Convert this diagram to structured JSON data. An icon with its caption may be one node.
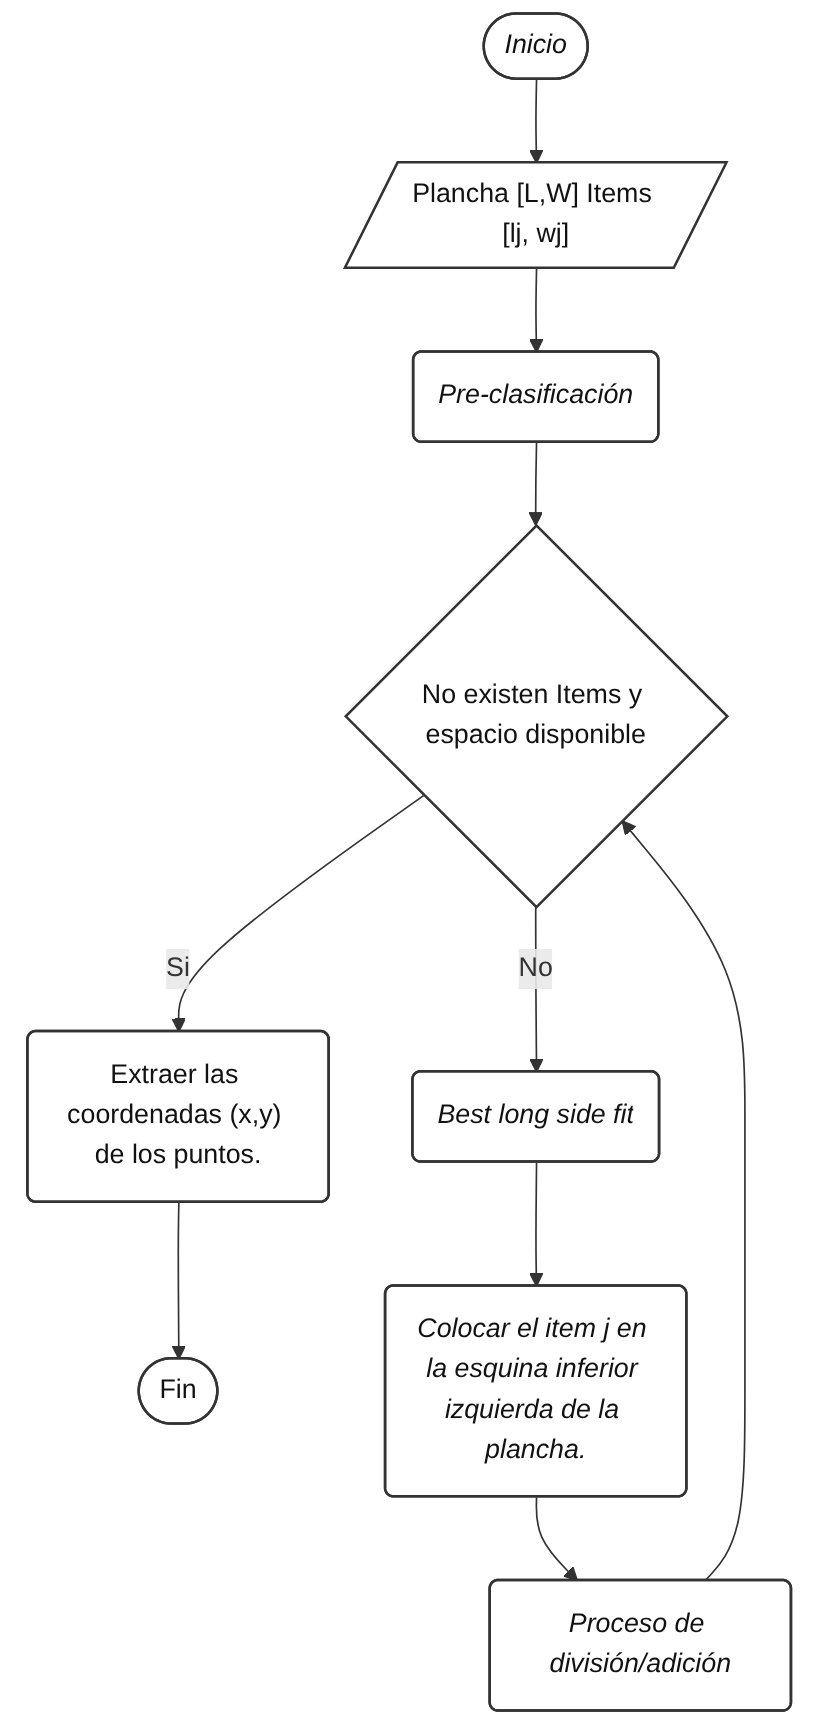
{
  "diagram": {
    "nodes": [
      {
        "text": [
          "Inicio"
        ]
      },
      {
        "text": [
          "Plancha [L,W] Items [lj, wj]"
        ]
      },
      {
        "text": [
          "Pre-clasificación"
        ]
      },
      {
        "text": [
          "No existen Items y espacio disponible"
        ]
      },
      {
        "text": [
          "Extraer las coordenadas (x,y) de los puntos."
        ]
      },
      {
        "text": [
          "Fin"
        ]
      },
      {
        "text": [
          "Best long side fit"
        ]
      },
      {
        "text": [
          "Colocar el item j en la esquina inferior izquierda de la plancha."
        ]
      },
      {
        "text": [
          "Proceso de división/adición"
        ]
      }
    ],
    "edges": [
      {
        "from": 0,
        "to": 1,
        "arrow": "to"
      },
      {
        "from": 1,
        "to": 2,
        "arrow": "to"
      },
      {
        "from": 2,
        "to": 3,
        "arrow": "to"
      },
      {
        "from": 3,
        "to": 4,
        "arrow": "to",
        "label": "Si"
      },
      {
        "from": 4,
        "to": 5,
        "arrow": "to"
      },
      {
        "from": 3,
        "to": 6,
        "arrow": "to",
        "label": "No"
      },
      {
        "from": 6,
        "to": 7,
        "arrow": "to"
      },
      {
        "from": 7,
        "to": 8,
        "arrow": "to"
      },
      {
        "from": 8,
        "to": 3,
        "arrow": "to"
      }
    ]
  }
}
